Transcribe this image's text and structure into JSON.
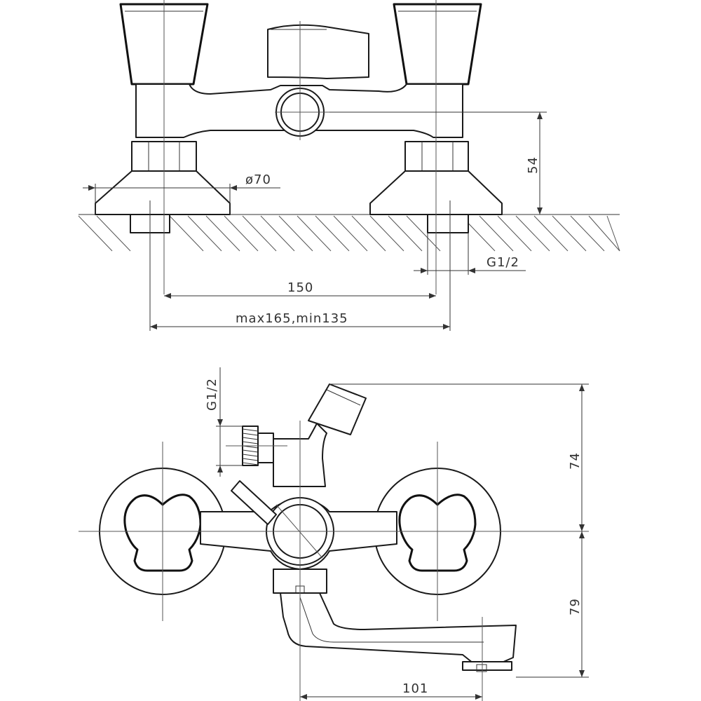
{
  "dimensions": {
    "top_view": {
      "height": "54",
      "flange_diameter": "ø70",
      "inlet_thread": "G1/2",
      "inlet_spacing": "150",
      "adjustable_spacing": "max165,min135"
    },
    "front_view": {
      "outlet_thread": "G1/2",
      "upper_height": "74",
      "lower_height": "79",
      "spout_reach": "101"
    }
  },
  "colors": {
    "line": "#1a1a1a",
    "background": "#ffffff"
  }
}
